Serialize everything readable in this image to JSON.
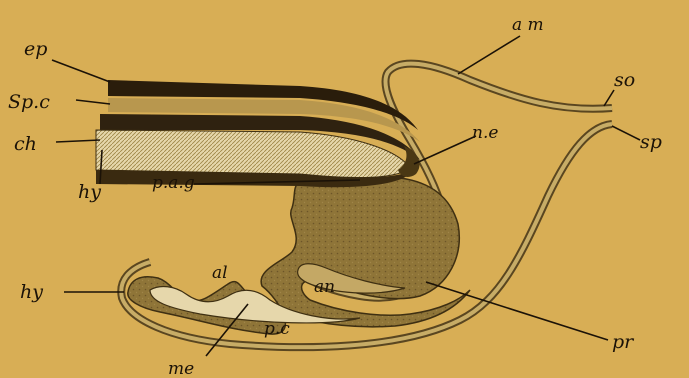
{
  "diagram": {
    "colors": {
      "background": "#d8ae55",
      "ink": "#1b1207",
      "tissue_dark": "#7d6530",
      "tissue_mid": "#a88d48",
      "notochord": "#e3d3a5",
      "membrane": "#b89a55"
    },
    "labels": {
      "ep": "ep",
      "sp_c": "Sp.c",
      "ch": "ch",
      "hy_top": "hy",
      "p_a_g": "p.a.g",
      "n_e": "n.e",
      "am": "a m",
      "so": "so",
      "sp": "sp",
      "hy_left": "hy",
      "al": "al",
      "an": "an",
      "pc": "p.c",
      "me": "me",
      "pr": "pr"
    }
  }
}
